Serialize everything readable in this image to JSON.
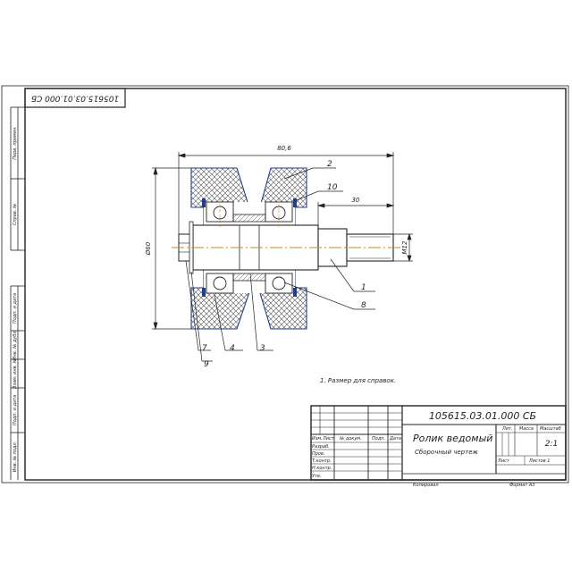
{
  "stamp_top": "105615.03.01.000 СБ",
  "dimensions": {
    "overall_length": "80,6",
    "diameter": "Ø60",
    "shaft_length": "30",
    "thread": "M12"
  },
  "callouts": [
    "1",
    "2",
    "3",
    "4",
    "7",
    "8",
    "9",
    "10"
  ],
  "note": "1. Размер для справок.",
  "left_margin": {
    "labels": [
      "Перв. примен.",
      "Справ. №",
      "Подп. и дата",
      "Инв. № дубл.",
      "Взам. инв. №",
      "Подп. и дата",
      "Инв. № подл."
    ]
  },
  "title_block": {
    "doc_number": "105615.03.01.000 СБ",
    "name": "Ролик ведомый",
    "doc_type": "Сборочный чертеж",
    "col_lit": "Лит.",
    "col_mass": "Масса",
    "col_scale": "Масштаб",
    "scale": "2:1",
    "sheet": "Лист",
    "sheets": "Листов  1",
    "row_izm": "Изм.",
    "row_list": "Лист",
    "row_doc": "№ докум.",
    "row_sign": "Подп.",
    "row_date": "Дата",
    "roles": [
      "Разраб.",
      "Пров.",
      "Т.контр.",
      "Н.контр.",
      "Утв."
    ],
    "copied": "Копировал",
    "format": "Формат   А3"
  },
  "colors": {
    "line": "#222222",
    "axis": "#c98a1e",
    "blue": "#1f3f8a",
    "hatch": "#555555"
  }
}
